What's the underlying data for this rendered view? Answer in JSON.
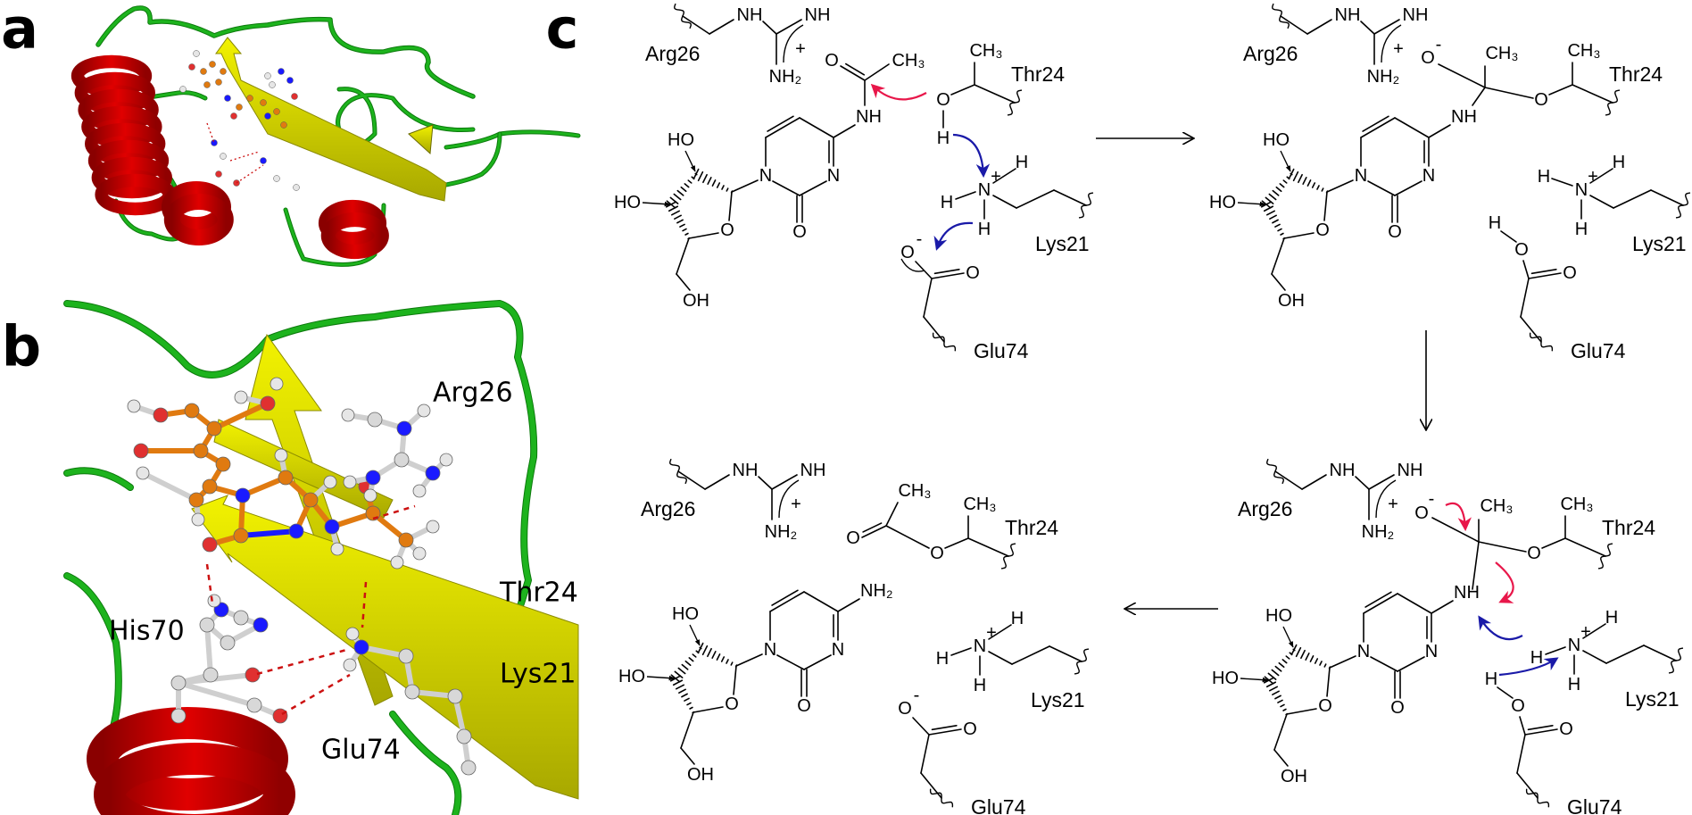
{
  "panel_labels": {
    "a": "a",
    "b": "b",
    "c": "c"
  },
  "panel_b": {
    "arg": "Arg26",
    "his": "His70",
    "thr": "Thr24",
    "lys": "Lys21",
    "glu": "Glu74"
  },
  "residues": {
    "arg": "Arg26",
    "thr": "Thr24",
    "lys": "Lys21",
    "glu": "Glu74"
  },
  "atoms": {
    "N": "N",
    "O": "O",
    "H": "H",
    "NH": "NH",
    "NH2": "NH₂",
    "HO": "HO",
    "OH": "OH",
    "CH3": "CH₃",
    "plus": "+",
    "minus": "-"
  },
  "colors": {
    "helix": "#d40000",
    "sheet": "#e8e800",
    "loop": "#1db31d",
    "carbon_ligand": "#e07a10",
    "nitrogen": "#1a1aff",
    "oxygen": "#e03030",
    "hydrogen": "#e6e6e6",
    "hbond": "#cc1111",
    "arrow_red": "#e8174a",
    "arrow_blue": "#1a1aa8"
  }
}
